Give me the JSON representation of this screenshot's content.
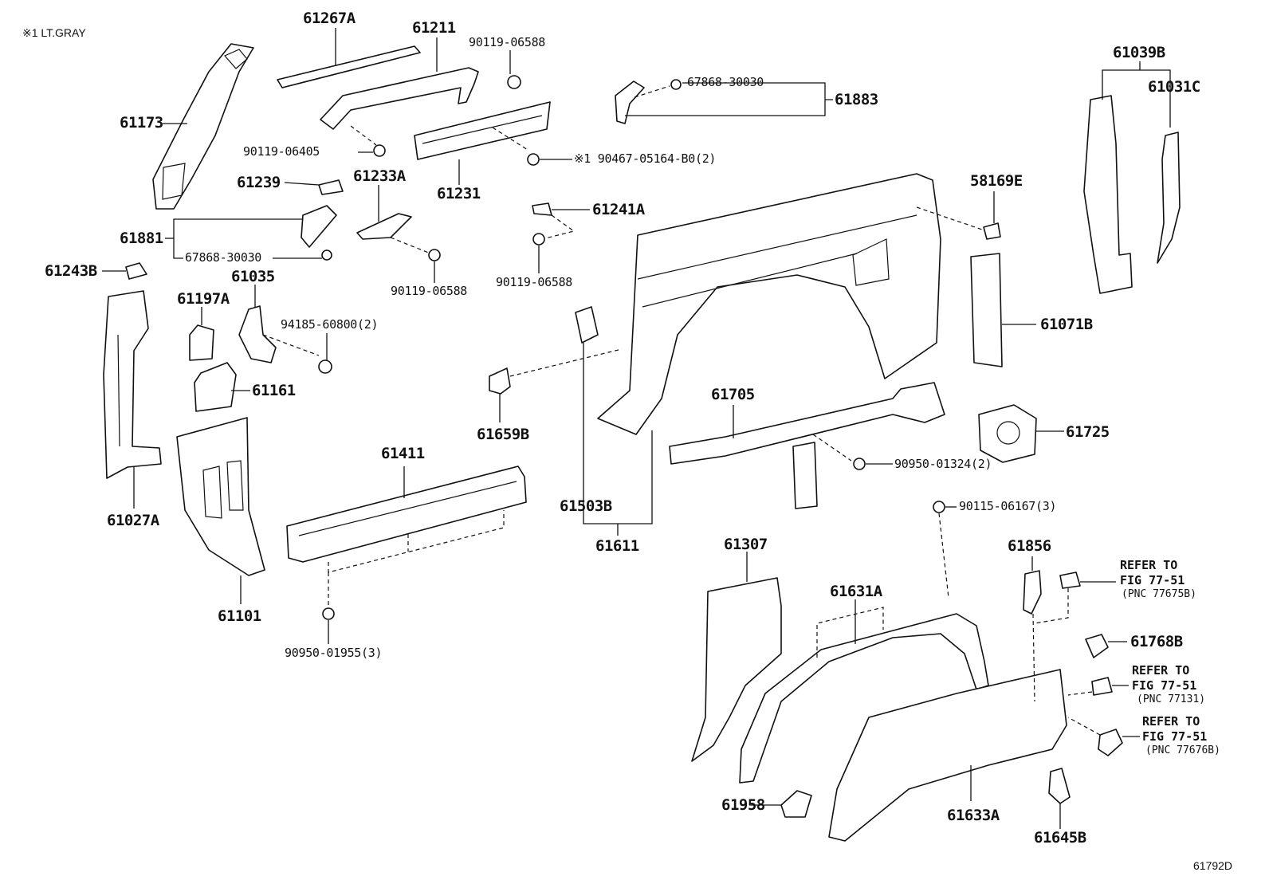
{
  "note": "※1 LT.GRAY",
  "figure_id": "61792D",
  "labels": {
    "p61173": "61173",
    "p61267A": "61267A",
    "p61211": "61211",
    "b90119_06588_a": "90119-06588",
    "b90119_06405": "90119-06405",
    "p61239": "61239",
    "p61233A": "61233A",
    "p61231": "61231",
    "b90467": "※1 90467-05164-B0(2)",
    "b67868_a": "67868-30030",
    "p61883": "61883",
    "p61881": "61881",
    "b67868_b": "67868-30030",
    "p61243B": "61243B",
    "p61035": "61035",
    "p61197A": "61197A",
    "b94185": "94185-60800(2)",
    "b90119_06588_b": "90119-06588",
    "p61241A": "61241A",
    "b90119_06588_c": "90119-06588",
    "p58169E": "58169E",
    "p61039B": "61039B",
    "p61031C": "61031C",
    "p61071B": "61071B",
    "p61161": "61161",
    "p61659B": "61659B",
    "p61705": "61705",
    "p61725": "61725",
    "b90950_01324": "90950-01324(2)",
    "p61411": "61411",
    "p61027A": "61027A",
    "p61503B": "61503B",
    "b90115": "90115-06167(3)",
    "p61611": "61611",
    "p61307": "61307",
    "p61856": "61856",
    "p61631A": "61631A",
    "p61101": "61101",
    "b90950_01955": "90950-01955(3)",
    "p61768B": "61768B",
    "p61958": "61958",
    "p61633A": "61633A",
    "p61645B": "61645B"
  },
  "refs": [
    {
      "line1": "REFER TO",
      "line2": "FIG 77-51",
      "pnc": "(PNC 77675B)"
    },
    {
      "line1": "REFER TO",
      "line2": "FIG 77-51",
      "pnc": "(PNC 77131)"
    },
    {
      "line1": "REFER TO",
      "line2": "FIG 77-51",
      "pnc": "(PNC 77676B)"
    }
  ]
}
